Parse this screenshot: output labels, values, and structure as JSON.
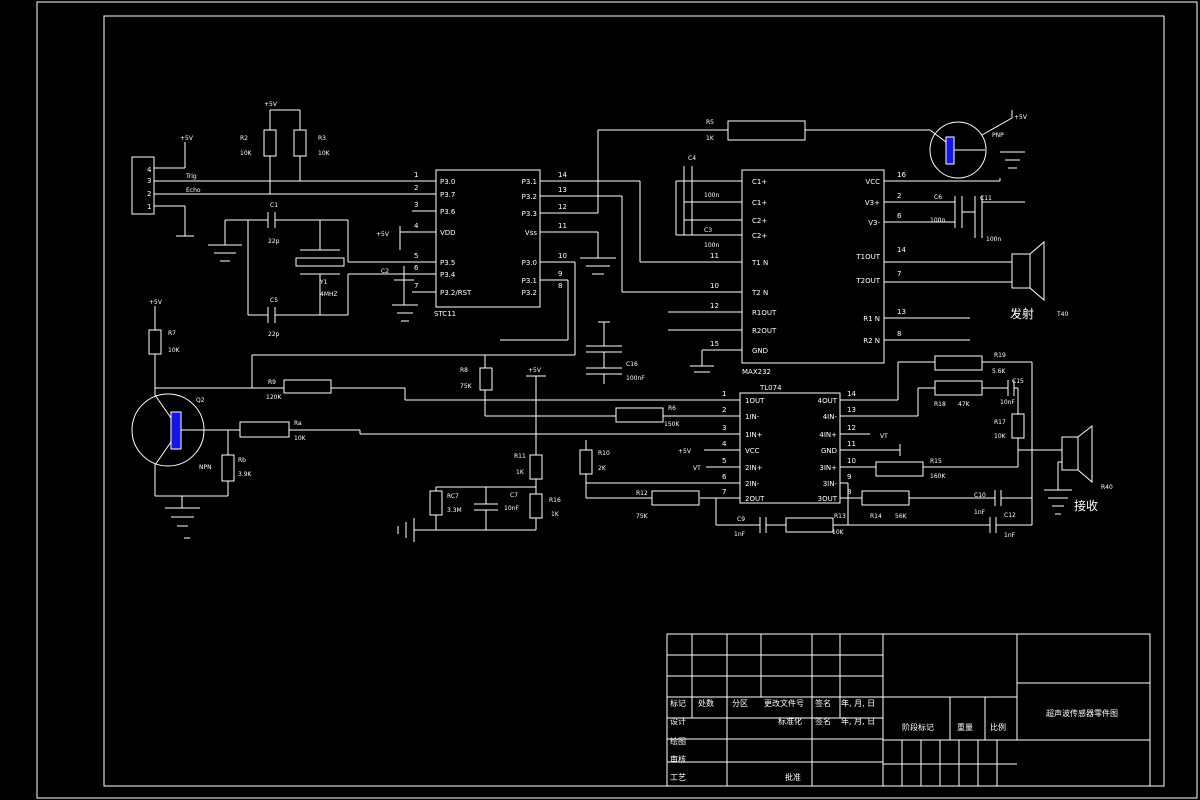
{
  "power": {
    "plus5v": "+5V"
  },
  "header": {
    "pins": [
      "4",
      "3",
      "2",
      "1"
    ],
    "trig": "Trig",
    "echo": "Echo"
  },
  "resistors": {
    "r2": {
      "ref": "R2",
      "val": "10K"
    },
    "r3": {
      "ref": "R3",
      "val": "10K"
    },
    "r5": {
      "ref": "R5",
      "val": "1K"
    },
    "r7": {
      "ref": "R7",
      "val": "10K"
    },
    "r8": {
      "ref": "R8",
      "val": "75K"
    },
    "r9": {
      "ref": "R9",
      "val": "120K"
    },
    "ra": {
      "ref": "Ra",
      "val": "10K"
    },
    "rb": {
      "ref": "Rb",
      "val": "3.9K"
    },
    "r6": {
      "ref": "R6",
      "val": "150K"
    },
    "r10": {
      "ref": "R10",
      "val": "2K"
    },
    "r11": {
      "ref": "R11",
      "val": "1K"
    },
    "r12": {
      "ref": "R12",
      "val": "75K"
    },
    "r13": {
      "ref": "R13",
      "val": "10K"
    },
    "r14": {
      "ref": "R14",
      "val": "56K"
    },
    "r15": {
      "ref": "R15",
      "val": "160K"
    },
    "r16": {
      "ref": "R16",
      "val": "1K"
    },
    "r17": {
      "ref": "R17",
      "val": "10K"
    },
    "r18": {
      "ref": "R18",
      "val": "47K"
    },
    "r19": {
      "ref": "R19",
      "val": "5.6K"
    },
    "rc7": {
      "ref": "RC7",
      "val": "3.3M"
    }
  },
  "capacitors": {
    "c1": {
      "ref": "C1",
      "val": "22p"
    },
    "c5": {
      "ref": "C5",
      "val": "22p"
    },
    "c2": {
      "ref": "C2"
    },
    "c3": {
      "ref": "C3",
      "val": "100n"
    },
    "c4": {
      "ref": "C4",
      "val": "100n"
    },
    "c6": {
      "ref": "C6",
      "val": "100n"
    },
    "c7": {
      "ref": "C7",
      "val": "10nF"
    },
    "c9": {
      "ref": "C9",
      "val": "1nF"
    },
    "c10": {
      "ref": "C10",
      "val": "1nF"
    },
    "c11": {
      "ref": "C11",
      "val": "100n"
    },
    "c12": {
      "ref": "C12",
      "val": "1nF"
    },
    "c15": {
      "ref": "C15",
      "val": "10nF"
    },
    "c16": {
      "ref": "C16",
      "val": "100nF"
    }
  },
  "crystal": {
    "ref": "Y1",
    "val": "4MHZ"
  },
  "mcu": {
    "name": "STC11",
    "left_pins": [
      {
        "num": "1",
        "name": "P3.0"
      },
      {
        "num": "2",
        "name": "P3.7"
      },
      {
        "num": "3",
        "name": "P3.6"
      },
      {
        "num": "4",
        "name": "VDD"
      },
      {
        "num": "5",
        "name": "P3.5"
      },
      {
        "num": "6",
        "name": "P3.4"
      },
      {
        "num": "7",
        "name": "P3.2/RST"
      }
    ],
    "right_pins": [
      {
        "num": "14",
        "name": "P3.1"
      },
      {
        "num": "13",
        "name": "P3.2"
      },
      {
        "num": "12",
        "name": "P3.3"
      },
      {
        "num": "11",
        "name": "Vss"
      },
      {
        "num": "10",
        "name": "P3.0"
      },
      {
        "num": "9",
        "name": "P3.1"
      },
      {
        "num": "8",
        "name": "P3.2"
      }
    ]
  },
  "max232": {
    "name": "MAX232",
    "left_pins": [
      {
        "num": "",
        "name": "C1+"
      },
      {
        "num": "",
        "name": "C1+"
      },
      {
        "num": "",
        "name": "C2+"
      },
      {
        "num": "",
        "name": "C2+"
      },
      {
        "num": "11",
        "name": "T1 N"
      },
      {
        "num": "10",
        "name": "T2 N"
      },
      {
        "num": "12",
        "name": "R1OUT"
      },
      {
        "num": "",
        "name": "R2OUT"
      },
      {
        "num": "15",
        "name": "GND"
      }
    ],
    "right_pins": [
      {
        "num": "16",
        "name": "VCC"
      },
      {
        "num": "2",
        "name": "V3+"
      },
      {
        "num": "6",
        "name": "V3-"
      },
      {
        "num": "14",
        "name": "T1OUT"
      },
      {
        "num": "7",
        "name": "T2OUT"
      },
      {
        "num": "13",
        "name": "R1 N"
      },
      {
        "num": "8",
        "name": "R2 N"
      }
    ]
  },
  "tl074": {
    "name": "TL074",
    "left_pins": [
      {
        "num": "1",
        "name": "1OUT"
      },
      {
        "num": "2",
        "name": "1IN-"
      },
      {
        "num": "3",
        "name": "1IN+"
      },
      {
        "num": "4",
        "name": "VCC"
      },
      {
        "num": "5",
        "name": "2IN+"
      },
      {
        "num": "6",
        "name": "2IN-"
      },
      {
        "num": "7",
        "name": "2OUT"
      }
    ],
    "right_pins": [
      {
        "num": "14",
        "name": "4OUT"
      },
      {
        "num": "13",
        "name": "4IN-"
      },
      {
        "num": "12",
        "name": "4IN+"
      },
      {
        "num": "11",
        "name": "GND"
      },
      {
        "num": "10",
        "name": "3IN+"
      },
      {
        "num": "9",
        "name": "3IN-"
      },
      {
        "num": "8",
        "name": "3OUT"
      }
    ]
  },
  "vt": "VT",
  "transistors": {
    "pnp": "PNP",
    "npn": "NPN",
    "q2": "Q2"
  },
  "speakers": {
    "transmit_label": "发射",
    "transmit_ref": "T40",
    "receive_label": "接收",
    "receive_ref": "R40"
  },
  "title_block": {
    "row1": [
      "标记",
      "处数",
      "分区",
      "更改文件号",
      "签名",
      "年, 月, 日"
    ],
    "row2": [
      "设计",
      "标准化",
      "签名",
      "年, 月, 日"
    ],
    "left_labels": [
      "绘图",
      "审核",
      "工艺"
    ],
    "approve": "批准",
    "stage": "阶段标记",
    "weight": "重量",
    "scale": "比例",
    "title": "超声波传感器零件图"
  }
}
